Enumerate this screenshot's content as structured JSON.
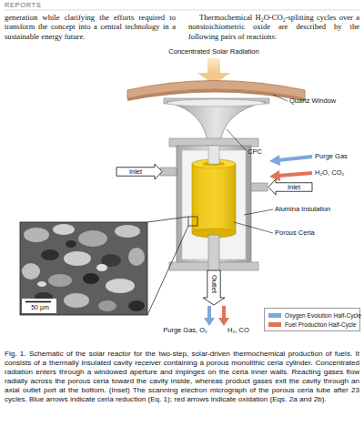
{
  "diagram": {
    "caption": "Fig. 1. Schematic of the solar reactor for the two-step, solar-driven thermochemical production of fuels. It consists of a thermally insulated cavity receiver containing a porous monolithic ceria cylinder. Concentrated radiation enters through a windowed aperture and impinges on the ceria inner walls. Reacting gases flow radially across the porous ceria toward the cavity inside, whereas product gases exit the cavity through an axial outlet port at the bottom. (Inset) The scanning electron micrograph of the porous ceria tube after 23 cycles. Blue arrows indicate ceria reduction (Eq. 1); red arrows indicate oxidation (Eqs. 2a and 2b).",
    "nodes": [
      {
        "text": [
          "Inlet"
        ]
      },
      {
        "text": [
          "Inlet"
        ]
      },
      {
        "text": [
          "Outlet"
        ]
      }
    ],
    "labels": [
      "REPORTS",
      "generation while clarifying the efforts required to transform the concept into a central technology in a sustainable energy future.",
      "Thermochemical H₂O-CO₂-splitting cycles over a nonstoichiometric oxide are described by the following pairs of reactions:",
      "Concentrated Solar Radiation",
      "Quartz Window",
      "CPC",
      "Purge Gas",
      "H₂O, CO₂",
      "Alumina Insulation",
      "Porous Ceria",
      "50 µm",
      "Purge Gas, O₂",
      "H₂, CO"
    ],
    "legend": [
      {
        "text": "Oxygen Evolution Half-Cycle",
        "color": "#7ea6da"
      },
      {
        "text": "Fuel Production Half-Cycle",
        "color": "#e0735a"
      }
    ]
  }
}
